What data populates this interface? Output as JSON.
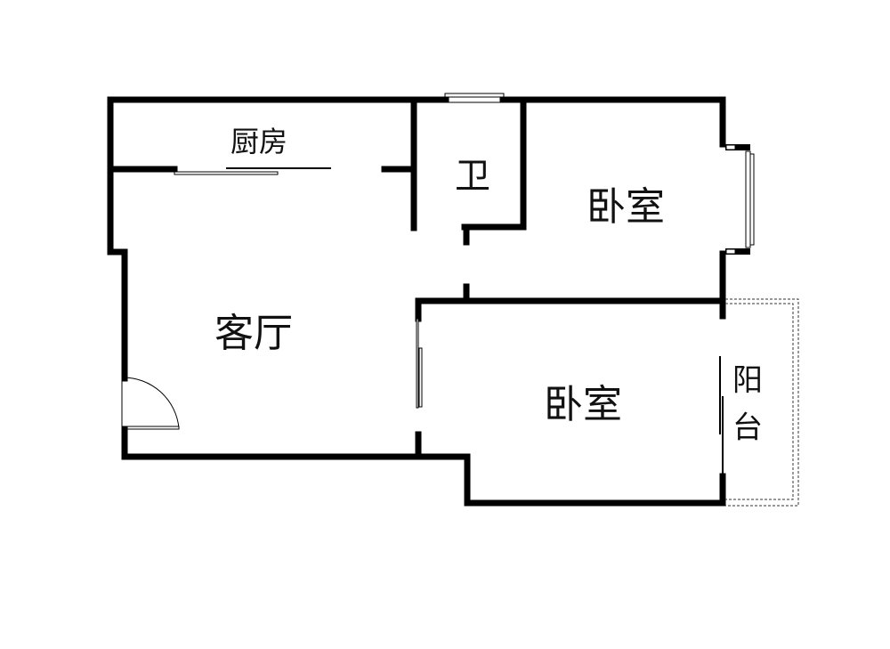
{
  "rooms": {
    "kitchen": "厨房",
    "bathroom": "卫",
    "bedroom_1": "卧室",
    "living_room": "客厅",
    "bedroom_2": "卧室",
    "balcony_line1": "阳",
    "balcony_line2": "台"
  }
}
